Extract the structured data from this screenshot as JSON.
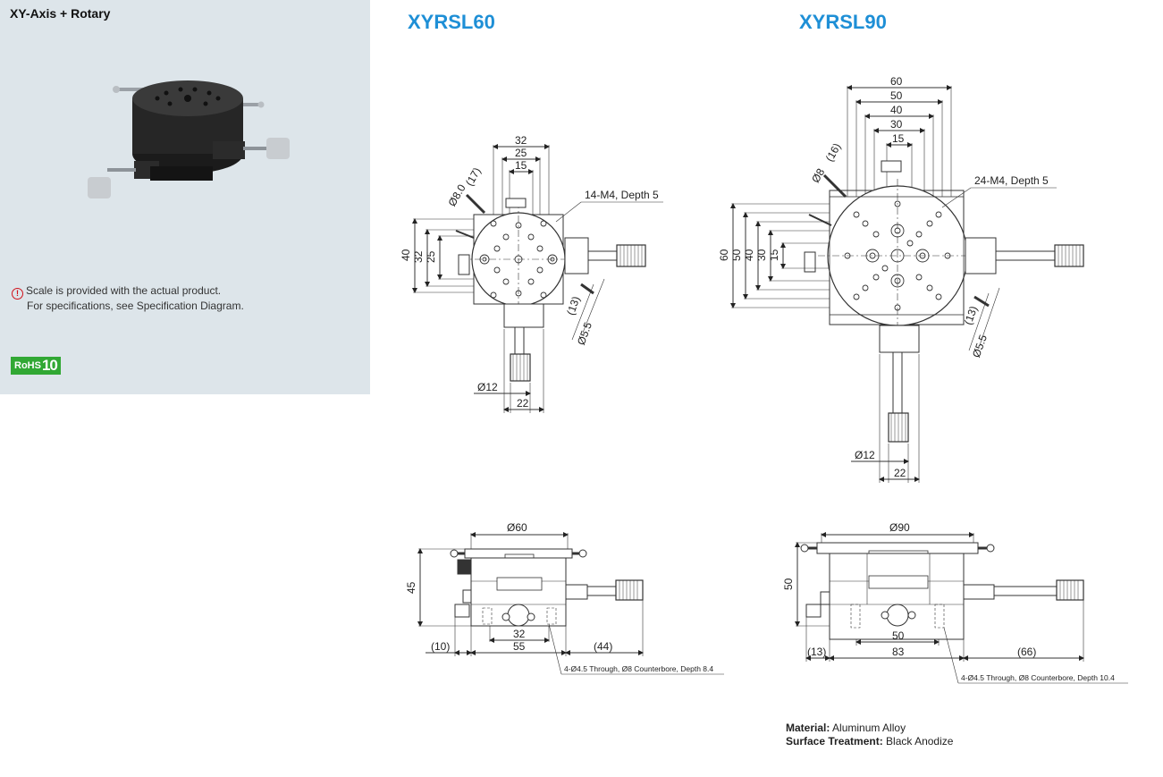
{
  "panel": {
    "title": "XY-Axis + Rotary",
    "note_line1": "Scale is provided with the actual product.",
    "note_line2": "For specifications, see Specification Diagram.",
    "rohs_label": "RoHS",
    "rohs_number": "10"
  },
  "models": {
    "left": "XYRSL60",
    "right": "XYRSL90"
  },
  "dims60": {
    "d32": "32",
    "d25": "25",
    "d15": "15",
    "phi8": "Ø8.0",
    "d17": "(17)",
    "holes": "14-M4, Depth 5",
    "v40": "40",
    "v32": "32",
    "v25": "25",
    "d13": "(13)",
    "phi55": "Ø5.5",
    "phi12": "Ø12",
    "d22": "22",
    "phi60": "Ø60",
    "h45": "45",
    "b32": "32",
    "b10": "(10)",
    "b55": "55",
    "b44": "(44)",
    "cbore": "4-Ø4.5 Through, Ø8 Counterbore, Depth 8.4"
  },
  "dims90": {
    "d60": "60",
    "d50": "50",
    "d40": "40",
    "d30": "30",
    "d15": "15",
    "phi8": "Ø8",
    "d16": "(16)",
    "holes": "24-M4, Depth 5",
    "v60": "60",
    "v50": "50",
    "v40": "40",
    "v30": "30",
    "v15": "15",
    "d13": "(13)",
    "phi55": "Ø5.5",
    "phi12": "Ø12",
    "d22": "22",
    "phi90": "Ø90",
    "h50": "50",
    "b50": "50",
    "b13": "(13)",
    "b83": "83",
    "b66": "(66)",
    "cbore": "4-Ø4.5 Through, Ø8 Counterbore, Depth 10.4"
  },
  "spec": {
    "material_label": "Material:",
    "material_value": "Aluminum Alloy",
    "surface_label": "Surface Treatment:",
    "surface_value": "Black Anodize"
  }
}
